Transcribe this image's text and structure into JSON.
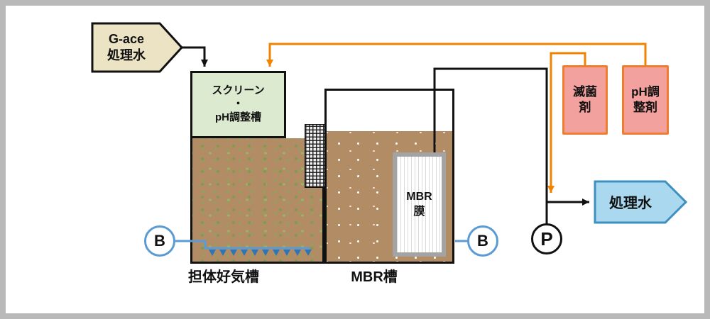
{
  "colors": {
    "frame_gray": "#b9b9b9",
    "flow_black": "#111111",
    "chemical_orange_line": "#f08300",
    "chemical_orange_border": "#ed7d31",
    "air_blue": "#5b9bd5",
    "diffuser_blue": "#2e75b6",
    "water_brown": "#b28c65",
    "carrier_green": "#7f9b50",
    "screen_tank_green": "#dcead0",
    "source_beige": "#ece2c4",
    "treated_fill_blue": "#aad8ee",
    "treated_border_blue": "#3f8fbf",
    "chemical_pink_fill": "#f2a19e",
    "membrane_gray": "#a3a3a3"
  },
  "nodes": {
    "source": {
      "label": "G-ace\n処理水"
    },
    "screen_tank": {
      "label": "スクリーン\n・\npH調整槽"
    },
    "carrier_tank": {
      "label": "担体好気槽"
    },
    "mbr_tank": {
      "label": "MBR槽"
    },
    "membrane": {
      "label": "MBR\n膜"
    },
    "blower_left": {
      "label": "B"
    },
    "blower_right": {
      "label": "B"
    },
    "pump": {
      "label": "P"
    },
    "sterilizer": {
      "label": "滅菌\n剤"
    },
    "ph_adjuster": {
      "label": "pH調\n整剤"
    },
    "treated_water": {
      "label": "処理水"
    }
  }
}
